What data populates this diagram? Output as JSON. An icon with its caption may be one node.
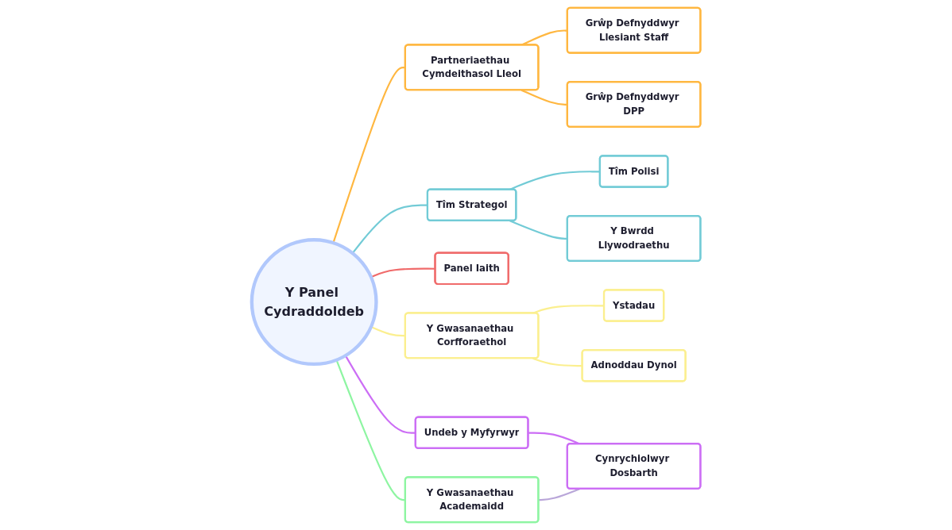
{
  "diagram": {
    "nodes": [
      {
        "text": [
          "Y Panel Cydraddoldeb"
        ]
      },
      {
        "text": [
          "Partneriaethau Cymdeithasol Lleol"
        ]
      },
      {
        "text": [
          "Grŵp Defnyddwyr Llesiant Staff"
        ]
      },
      {
        "text": [
          "Grŵp Defnyddwyr DPP"
        ]
      },
      {
        "text": [
          "Tîm Strategol"
        ]
      },
      {
        "text": [
          "Tîm Polisi"
        ]
      },
      {
        "text": [
          "Y Bwrdd Llywodraethu"
        ]
      },
      {
        "text": [
          "Panel Iaith"
        ]
      },
      {
        "text": [
          "Y Gwasanaethau Corfforaethol"
        ]
      },
      {
        "text": [
          "Ystadau"
        ]
      },
      {
        "text": [
          "Adnoddau Dynol"
        ]
      },
      {
        "text": [
          "Undeb y Myfyrwyr"
        ]
      },
      {
        "text": [
          "Cynrychiolwyr Dosbarth"
        ]
      },
      {
        "text": [
          "Y Gwasanaethau Academaidd"
        ]
      }
    ],
    "edges": [
      {
        "from": 0,
        "to": 1,
        "arrow": "none",
        "color": "#ffb740"
      },
      {
        "from": 1,
        "to": 2,
        "arrow": "none",
        "color": "#ffb740"
      },
      {
        "from": 1,
        "to": 3,
        "arrow": "none",
        "color": "#ffb740"
      },
      {
        "from": 0,
        "to": 4,
        "arrow": "none",
        "color": "#72cbd6"
      },
      {
        "from": 4,
        "to": 5,
        "arrow": "none",
        "color": "#72cbd6"
      },
      {
        "from": 4,
        "to": 6,
        "arrow": "none",
        "color": "#72cbd6"
      },
      {
        "from": 0,
        "to": 7,
        "arrow": "none",
        "color": "#f06b6b"
      },
      {
        "from": 0,
        "to": 8,
        "arrow": "none",
        "color": "#fbef8f"
      },
      {
        "from": 8,
        "to": 9,
        "arrow": "none",
        "color": "#fbef8f"
      },
      {
        "from": 8,
        "to": 10,
        "arrow": "none",
        "color": "#fbef8f"
      },
      {
        "from": 0,
        "to": 11,
        "arrow": "none",
        "color": "#cc6ef5"
      },
      {
        "from": 11,
        "to": 12,
        "arrow": "none",
        "color": "#cc6ef5"
      },
      {
        "from": 0,
        "to": 13,
        "arrow": "none",
        "color": "#8ef5a2"
      },
      {
        "from": 13,
        "to": 12,
        "arrow": "none",
        "color": "#b9a6d9"
      }
    ]
  }
}
